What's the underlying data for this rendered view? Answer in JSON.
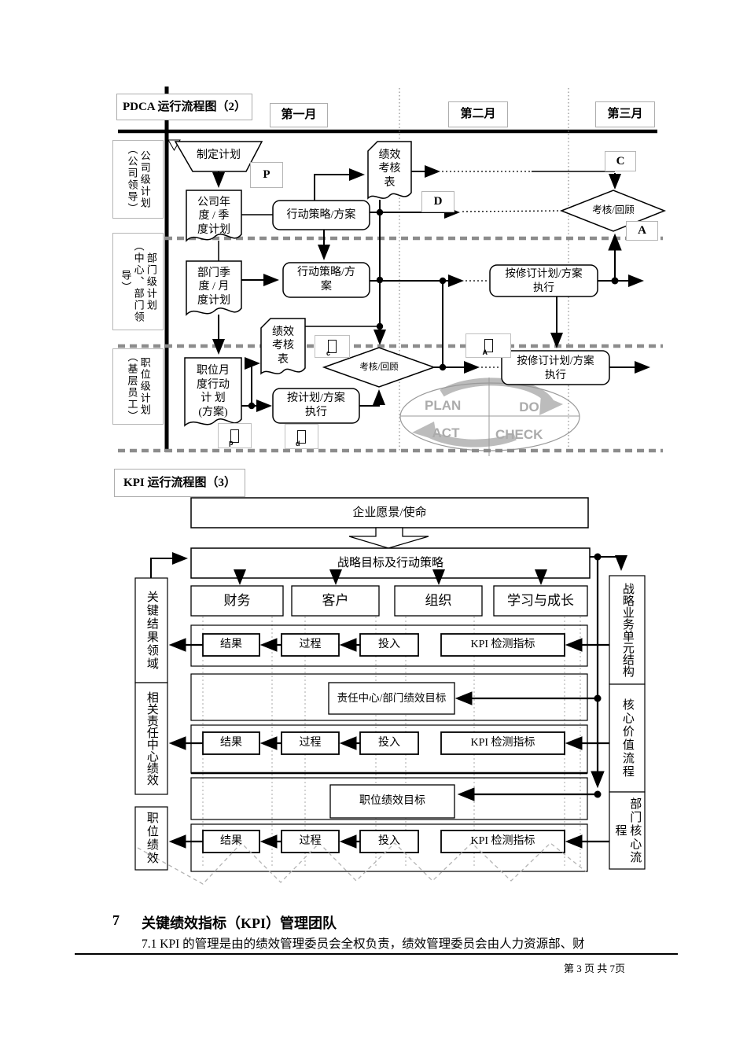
{
  "pdca": {
    "title": "PDCA 运行流程图（2）",
    "months": [
      "第一月",
      "第二月",
      "第三月"
    ],
    "lanes": [
      "公司级计划\n（公司领导）",
      "部门级计划\n（中心、部门领导）",
      "职位级计划\n（基层员工）"
    ],
    "nodes": {
      "make_plan": "制定计划",
      "company_plan": "公司年\n度 / 季\n度计划",
      "action_plan_1": "行动策略/方案",
      "perf_form_1": "绩效\n考核\n表",
      "review_1": "考核/回顾",
      "dept_plan": "部门季\n度 / 月\n度计划",
      "action_plan_2": "行动策略/方\n案",
      "revised_exec_1": "按修订计划/方案\n执行",
      "perf_form_2": "绩效\n考核\n表",
      "review_2": "考核/回顾",
      "position_plan": "职位月\n度行动\n计  划\n(方案)",
      "exec_plan": "按计划/方案\n执行",
      "revised_exec_2": "按修订计划/方案\n执行"
    },
    "letters": {
      "p": "P",
      "d": "D",
      "c": "C",
      "a": "A"
    },
    "glyphs": {
      "c": "c",
      "a": "A",
      "p": "p",
      "d": "d"
    },
    "watermark": {
      "plan": "PLAN",
      "do": "DO",
      "act": "ACT",
      "check": "CHECK"
    }
  },
  "kpi": {
    "title": "KPI 运行流程图（3）",
    "nodes": {
      "vision": "企业愿景/使命",
      "strategy": "战略目标及行动策略",
      "perspectives": [
        "财务",
        "客户",
        "组织",
        "学习与成长"
      ],
      "result": "结果",
      "process": "过程",
      "input": "投入",
      "kpi_metric": "KPI 检测指标",
      "dept_target": "责任中心/部门绩效目标",
      "position_target": "职位绩效目标"
    },
    "left_labels": [
      "关键结果领域",
      "相关责任中心绩效",
      "职位绩效"
    ],
    "right_labels": [
      "战略业务单元结构",
      "核心价值流程",
      "部门核心流程"
    ]
  },
  "section": {
    "number": "7",
    "heading": "关键绩效指标（KPI）管理团队",
    "body": "7.1  KPI 的管理是由的绩效管理委员会全权负责，绩效管理委员会由人力资源部、财"
  },
  "footer": {
    "page_info": "第 3 页 共 7页"
  }
}
